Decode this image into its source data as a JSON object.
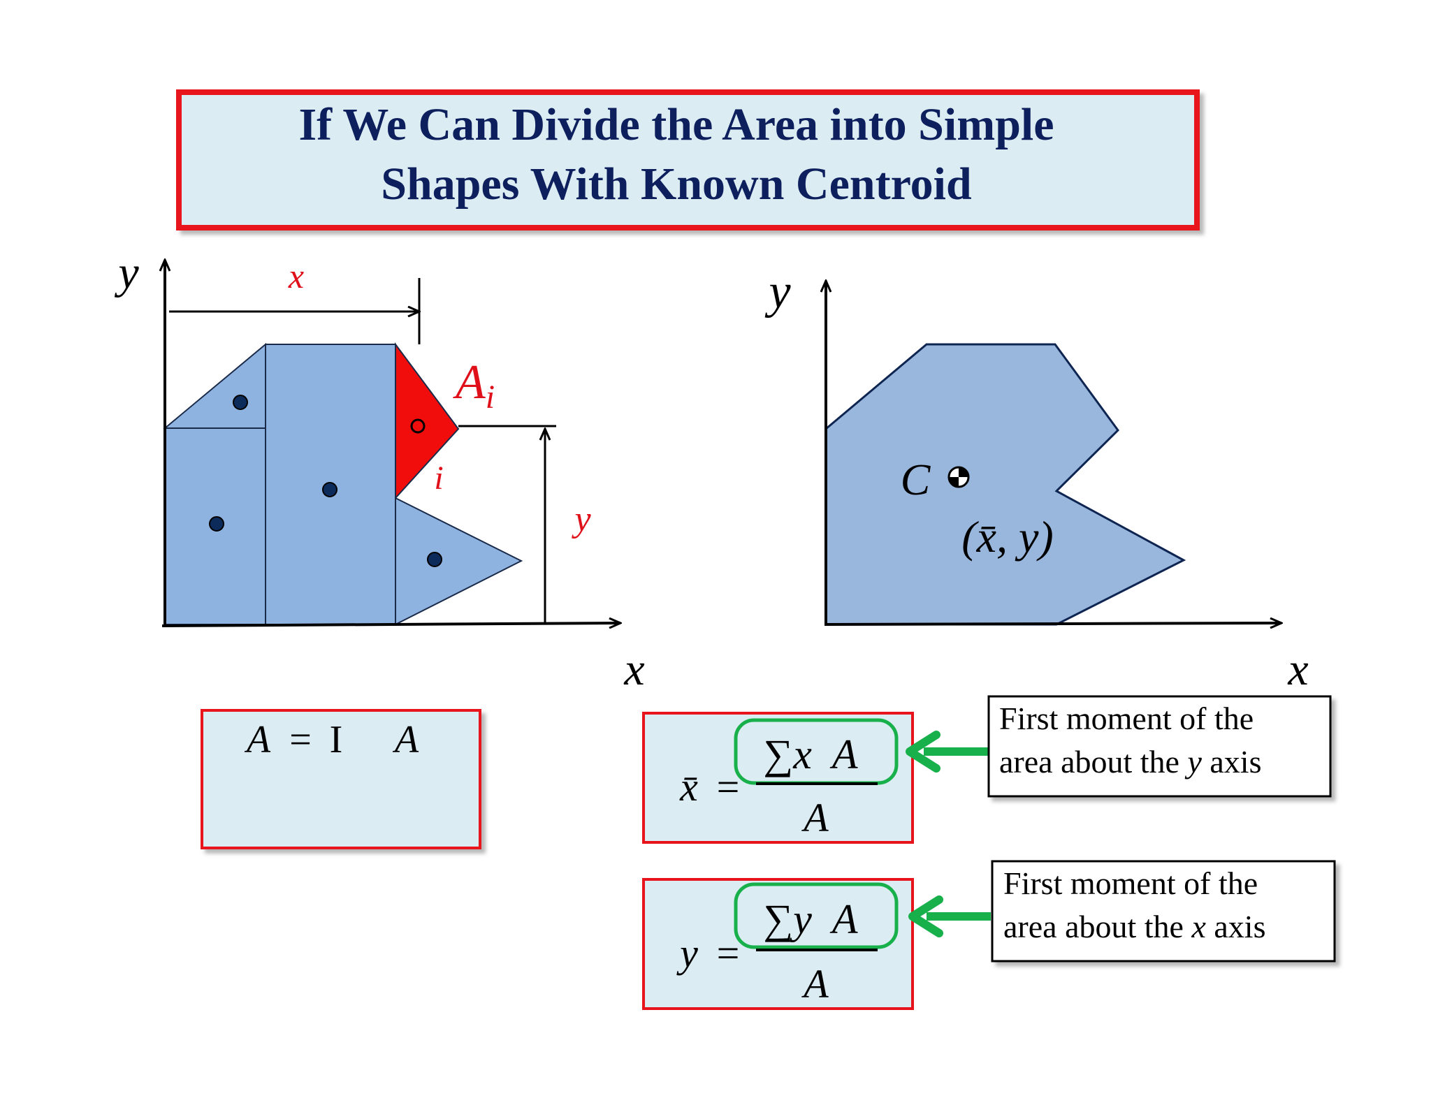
{
  "title": {
    "line1": "If We Can Divide the Area into Simple",
    "line2": "Shapes With Known Centroid"
  },
  "left_diagram": {
    "axis_y": "y",
    "axis_x": "x",
    "dim_x": "x",
    "dim_y": "y",
    "area_label_main": "A",
    "area_label_sub": "i",
    "part_label": "i"
  },
  "right_diagram": {
    "axis_y": "y",
    "axis_x": "x",
    "centroid_label": "C",
    "centroid_coords": "(x̄, y)"
  },
  "formula_area": {
    "lhs": "A",
    "eq": "=",
    "op": "I",
    "rhs": "A"
  },
  "formula_xbar": {
    "lhs": "x̄",
    "eq": "=",
    "numerator": "∑x  A",
    "denominator": "A"
  },
  "formula_ybar": {
    "lhs": "y",
    "eq": "=",
    "numerator": "∑y  A",
    "denominator": "A"
  },
  "note_y_axis": {
    "line1": "First moment of the",
    "line2_pre": "area about the ",
    "line2_var": "y",
    "line2_post": " axis"
  },
  "note_x_axis": {
    "line1": "First moment of the",
    "line2_pre": "area about the ",
    "line2_var": "x",
    "line2_post": " axis"
  },
  "colors": {
    "title_text": "#0d1f5c",
    "box_fill": "#dcecf3",
    "box_border": "#e8141b",
    "shape_fill": "#8fb3e0",
    "shape_fill_right": "#99b6dc",
    "highlight_red": "#f20d0d",
    "label_red": "#e0101a",
    "green": "#18b04b"
  }
}
